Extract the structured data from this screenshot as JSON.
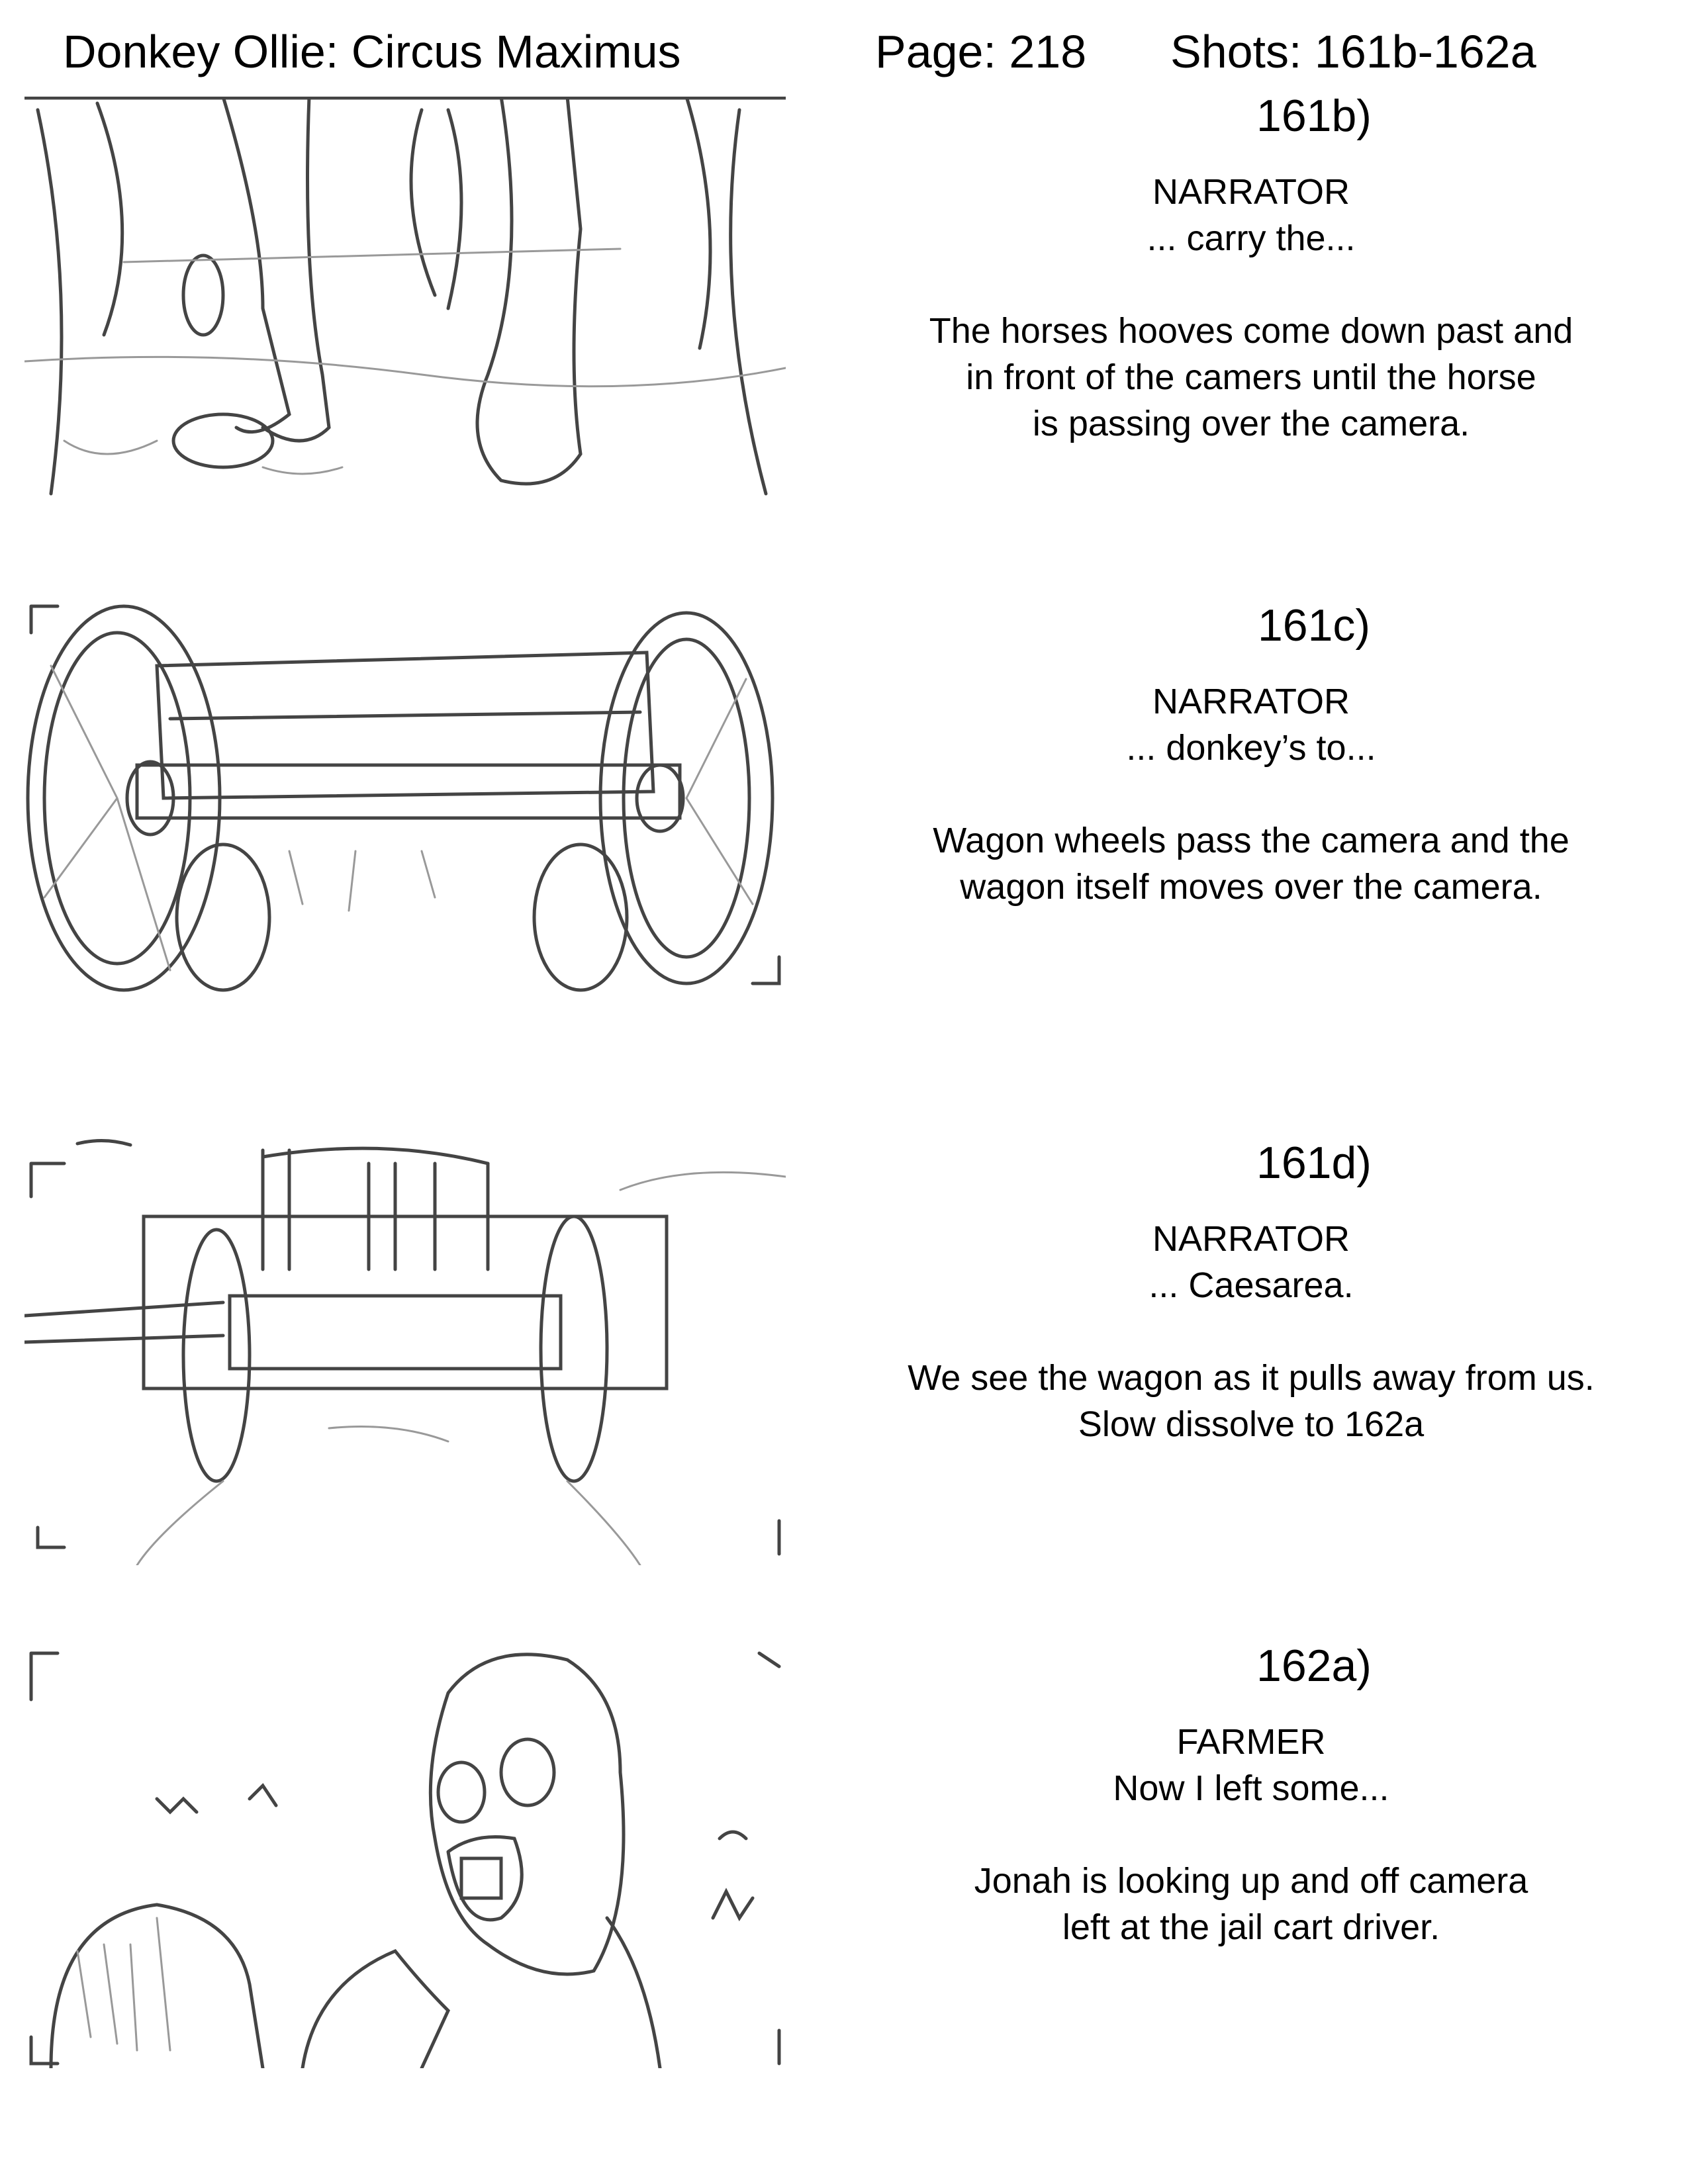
{
  "header": {
    "title": "Donkey Ollie: Circus Maximus",
    "page": "Page: 218",
    "shots": "Shots: 161b-162a"
  },
  "shots": [
    {
      "label": "161b)",
      "character": "NARRATOR",
      "dialogue": "... carry the...",
      "description": [
        "The horses hooves come down past and",
        "in front of the camers until the horse",
        "is passing over the camera."
      ]
    },
    {
      "label": "161c)",
      "character": "NARRATOR",
      "dialogue": "... donkey’s to...",
      "description": [
        "Wagon wheels pass the camera and the",
        "wagon itself moves over the camera."
      ]
    },
    {
      "label": "161d)",
      "character": "NARRATOR",
      "dialogue": "... Caesarea.",
      "description": [
        "We see the wagon as it pulls away from us.",
        "Slow dissolve to 162a"
      ]
    },
    {
      "label": "162a)",
      "character": "FARMER",
      "dialogue": "Now I left some...",
      "description": [
        "Jonah is looking up and off camera",
        "left at the jail cart driver."
      ]
    }
  ]
}
